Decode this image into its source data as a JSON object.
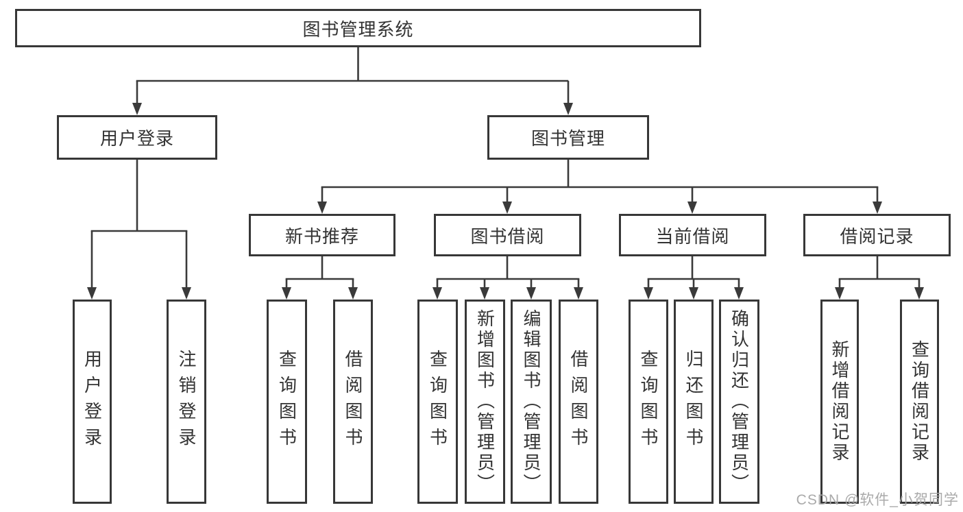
{
  "diagram": {
    "root": {
      "label": "图书管理系统"
    },
    "branches": [
      {
        "label": "用户登录",
        "children": [
          {
            "label": "用户登录"
          },
          {
            "label": "注销登录"
          }
        ]
      },
      {
        "label": "图书管理",
        "children": [
          {
            "label": "新书推荐",
            "children": [
              {
                "label": "查询图书"
              },
              {
                "label": "借阅图书"
              }
            ]
          },
          {
            "label": "图书借阅",
            "children": [
              {
                "label": "查询图书"
              },
              {
                "label": "新增图书（管理员）"
              },
              {
                "label": "编辑图书（管理员）"
              },
              {
                "label": "借阅图书"
              }
            ]
          },
          {
            "label": "当前借阅",
            "children": [
              {
                "label": "查询图书"
              },
              {
                "label": "归还图书"
              },
              {
                "label": "确认归还（管理员）"
              }
            ]
          },
          {
            "label": "借阅记录",
            "children": [
              {
                "label": "新增借阅记录"
              },
              {
                "label": "查询借阅记录"
              }
            ]
          }
        ]
      }
    ]
  },
  "colors": {
    "line": "#3a3a3a",
    "border": "#373737",
    "text": "#333333",
    "watermark": "#a5a5a5"
  },
  "watermark": {
    "text": "CSDN @软件_小贺同学"
  }
}
